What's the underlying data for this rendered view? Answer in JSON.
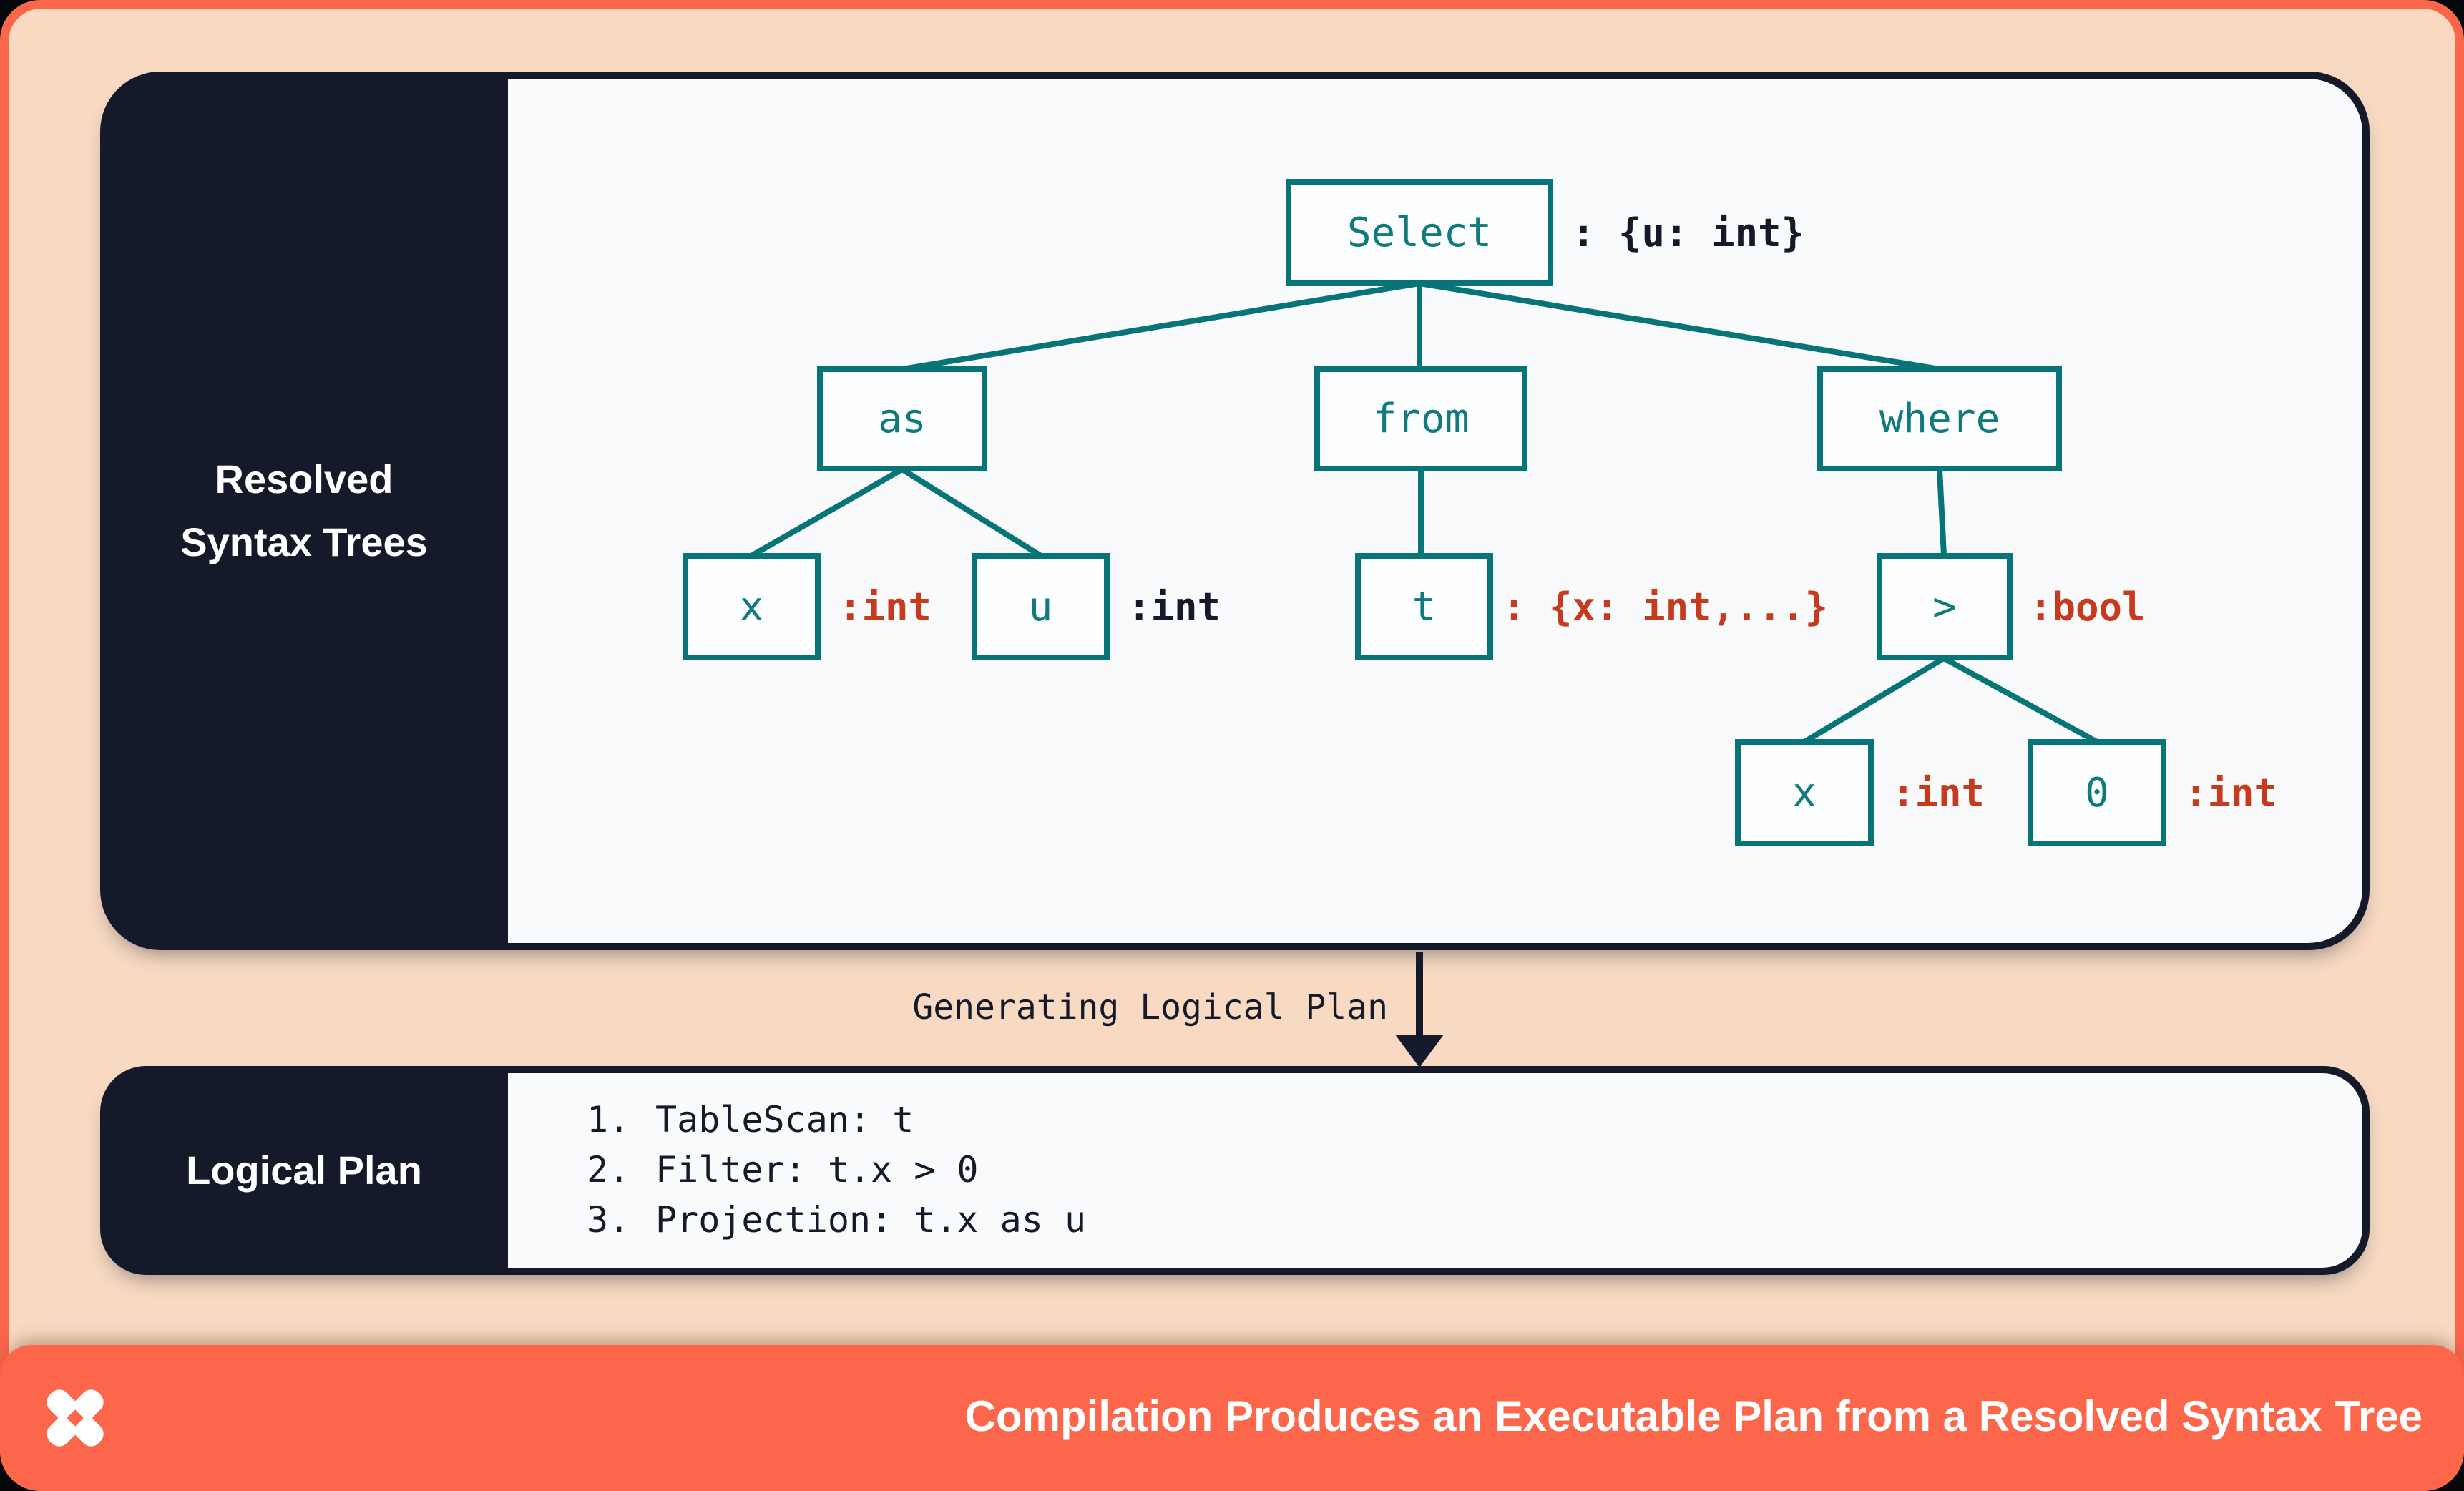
{
  "colors": {
    "accent_teal": "#077478",
    "accent_red": "#c63a1d",
    "dark_navy": "#141a29",
    "peach_background": "#f8d9c2",
    "orange_accent": "#fc674b",
    "panel_white": "#f9fafb"
  },
  "resolved_panel": {
    "label_line1": "Resolved",
    "label_line2": "Syntax Trees"
  },
  "tree": {
    "nodes": {
      "select": {
        "label": "Select",
        "type": ": {u: int}",
        "type_style": "dark"
      },
      "as": {
        "label": "as"
      },
      "from": {
        "label": "from"
      },
      "where": {
        "label": "where"
      },
      "x1": {
        "label": "x",
        "type": ":int",
        "type_style": "red"
      },
      "u": {
        "label": "u",
        "type": ":int",
        "type_style": "dark"
      },
      "t": {
        "label": "t",
        "type": ": {x: int,...}",
        "type_style": "red"
      },
      "gt": {
        "label": ">",
        "type": ":bool",
        "type_style": "red"
      },
      "x2": {
        "label": "x",
        "type": ":int",
        "type_style": "red"
      },
      "zero": {
        "label": "0",
        "type": ":int",
        "type_style": "red"
      }
    },
    "edges": [
      [
        "select",
        "as"
      ],
      [
        "select",
        "from"
      ],
      [
        "select",
        "where"
      ],
      [
        "as",
        "x1"
      ],
      [
        "as",
        "u"
      ],
      [
        "from",
        "t"
      ],
      [
        "where",
        "gt"
      ],
      [
        "gt",
        "x2"
      ],
      [
        "gt",
        "zero"
      ]
    ]
  },
  "arrow": {
    "label": "Generating Logical Plan"
  },
  "logical_panel": {
    "label": "Logical Plan",
    "steps": [
      {
        "num": "1.",
        "text": "TableScan: t"
      },
      {
        "num": "2.",
        "text": "Filter: t.x > 0"
      },
      {
        "num": "3.",
        "text": "Projection: t.x as u"
      }
    ]
  },
  "footer": {
    "title": "Compilation Produces an Executable Plan from a Resolved Syntax Tree",
    "logo": "dioxus-pinwheel-logo"
  }
}
